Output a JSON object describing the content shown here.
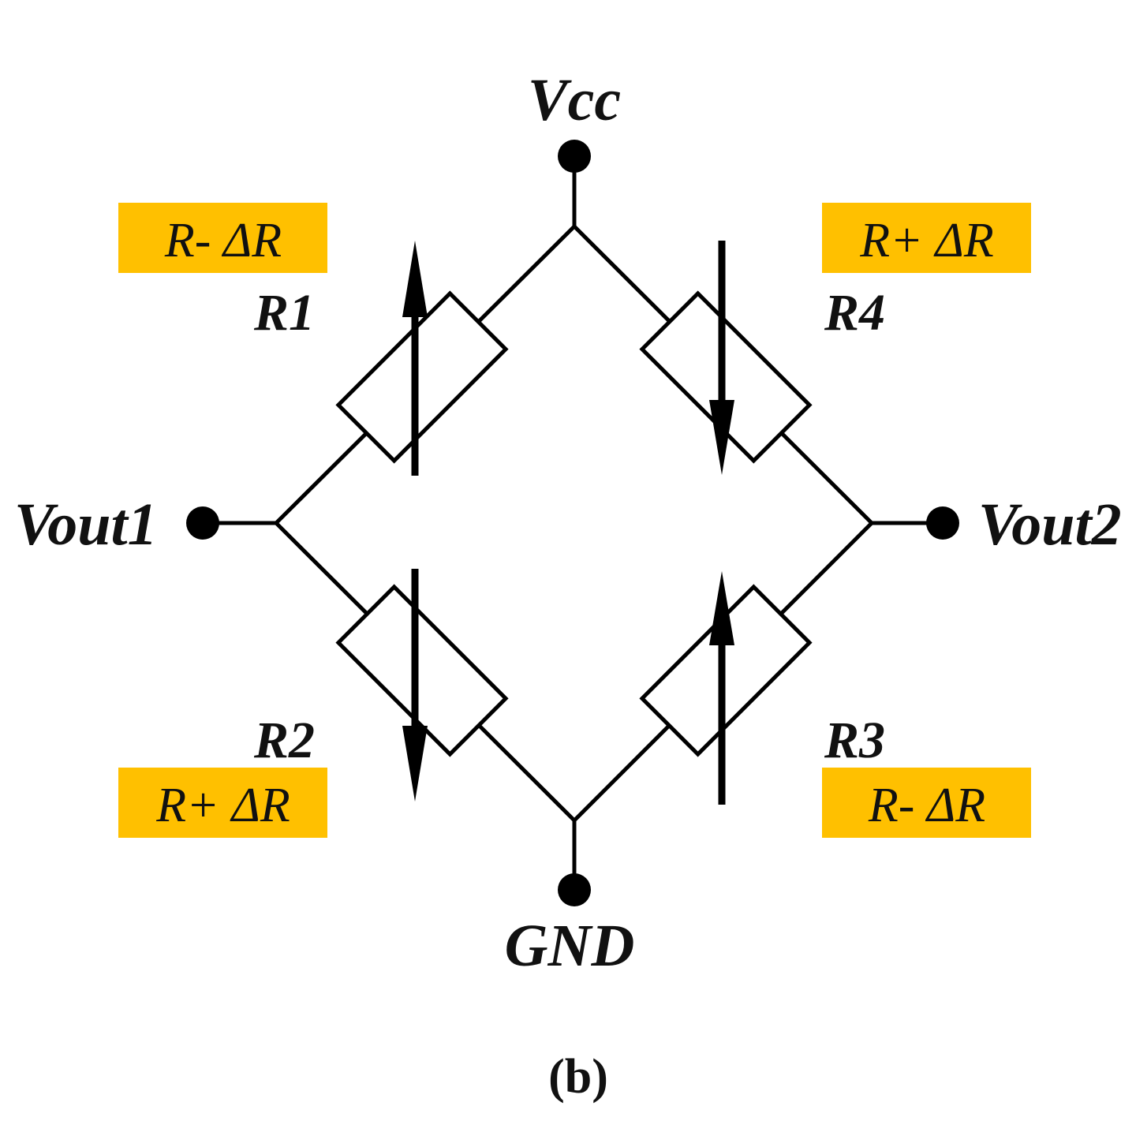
{
  "diagram": {
    "type": "Wheatstone bridge (full bridge strain gauge circuit)",
    "caption": "(b)",
    "terminals": {
      "top": "Vcc",
      "bottom": "GND",
      "left": "Vout1",
      "right": "Vout2"
    },
    "resistors": [
      {
        "id": "R1",
        "label": "R1",
        "value": "R- ΔR",
        "position": "top-left",
        "arrow_direction": "up"
      },
      {
        "id": "R4",
        "label": "R4",
        "value": "R+ ΔR",
        "position": "top-right",
        "arrow_direction": "down"
      },
      {
        "id": "R2",
        "label": "R2",
        "value": "R+ ΔR",
        "position": "bottom-left",
        "arrow_direction": "down"
      },
      {
        "id": "R3",
        "label": "R3",
        "value": "R- ΔR",
        "position": "bottom-right",
        "arrow_direction": "up"
      }
    ],
    "value_box_color": "#FFC000",
    "line_color": "#000000"
  }
}
